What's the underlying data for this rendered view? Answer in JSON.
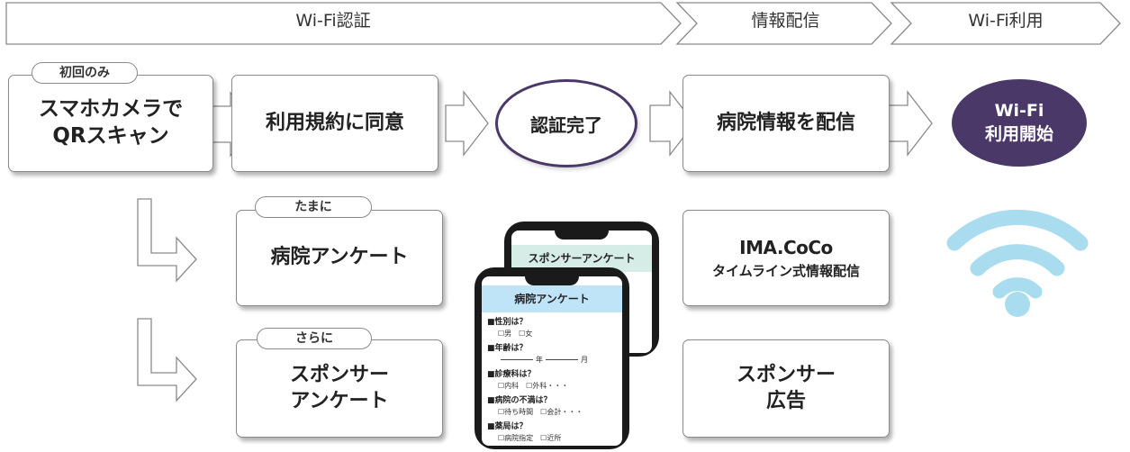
{
  "phases": [
    {
      "label": "Wi-Fi認証"
    },
    {
      "label": "情報配信"
    },
    {
      "label": "Wi-Fi利用"
    }
  ],
  "row1": {
    "scan": {
      "tag": "初回のみ",
      "line1": "スマホカメラで",
      "line2": "QRスキャン"
    },
    "agree": {
      "label": "利用規約に同意"
    },
    "done": {
      "label": "認証完了"
    },
    "deliver": {
      "label": "病院情報を配信"
    },
    "start": {
      "line1": "Wi-Fi",
      "line2": "利用開始"
    }
  },
  "row2": {
    "survey": {
      "tag": "たまに",
      "label": "病院アンケート"
    },
    "imacoco": {
      "title": "IMA.CoCo",
      "subtitle": "タイムライン式情報配信"
    }
  },
  "row3": {
    "sponsor_survey": {
      "tag": "さらに",
      "line1": "スポンサー",
      "line2": "アンケート"
    },
    "sponsor_ad": {
      "line1": "スポンサー",
      "line2": "広告"
    }
  },
  "phone_back": {
    "title": "スポンサーアンケート"
  },
  "phone_front": {
    "title": "病院アンケート",
    "q1": "■性別は？",
    "q1_a": "☐男　☐女",
    "q2": "■年齢は？",
    "q2_year": "年",
    "q2_month": "月",
    "q3": "■診療科は？",
    "q3_a": "☐内科　☐外科・・・",
    "q4": "■病院の不満は？",
    "q4_a": "☐待ち時間　☐会計・・・",
    "q5": "■薬局は？",
    "q5_a": "☐病院指定　☐近所"
  },
  "colors": {
    "accent": "#4a3868",
    "wifi_icon": "#a9dcef",
    "phone_back_header": "#d6ece6",
    "phone_front_header": "#bfe3f7"
  },
  "icons": {
    "wifi": "wifi-icon"
  }
}
